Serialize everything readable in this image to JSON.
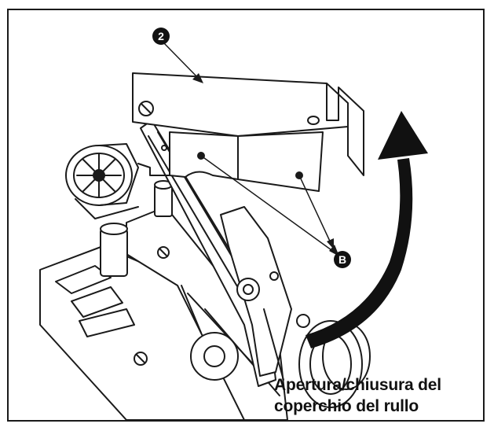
{
  "callouts": {
    "part_number": "2",
    "part_letter": "B"
  },
  "caption": {
    "line1": "Apertura/chiusura del",
    "line2": "coperchio del rullo"
  }
}
